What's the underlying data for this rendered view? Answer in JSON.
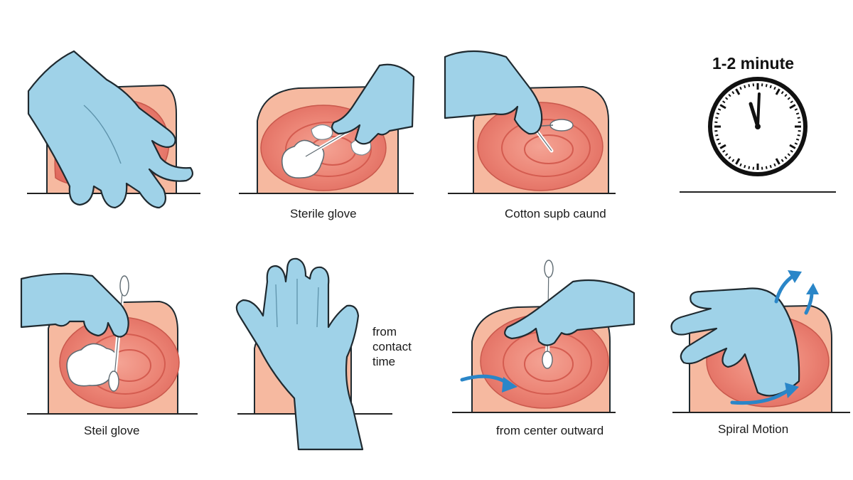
{
  "panels": {
    "p1": {
      "caption": ""
    },
    "p2": {
      "caption": "Sterile glove"
    },
    "p3": {
      "caption": "Cotton supb caund"
    },
    "p4": {
      "title": "1-2 minute"
    },
    "p5": {
      "caption": "Steil glove"
    },
    "p6": {
      "note": [
        "from",
        "contact",
        "time"
      ]
    },
    "p7": {
      "caption": "from center outward"
    },
    "p8": {
      "caption": "Spiral Motion"
    }
  },
  "icons": [
    "gloved-hand-icon",
    "cotton-swab-icon",
    "clock-icon",
    "spiral-arrow-icon"
  ],
  "colors": {
    "glove": "#9fd2e8",
    "glove_outline": "#1f2a30",
    "skin": "#f6b9a0",
    "wound": "#ea7f6e",
    "arrow": "#2a86c8",
    "cotton": "#ffffff"
  }
}
